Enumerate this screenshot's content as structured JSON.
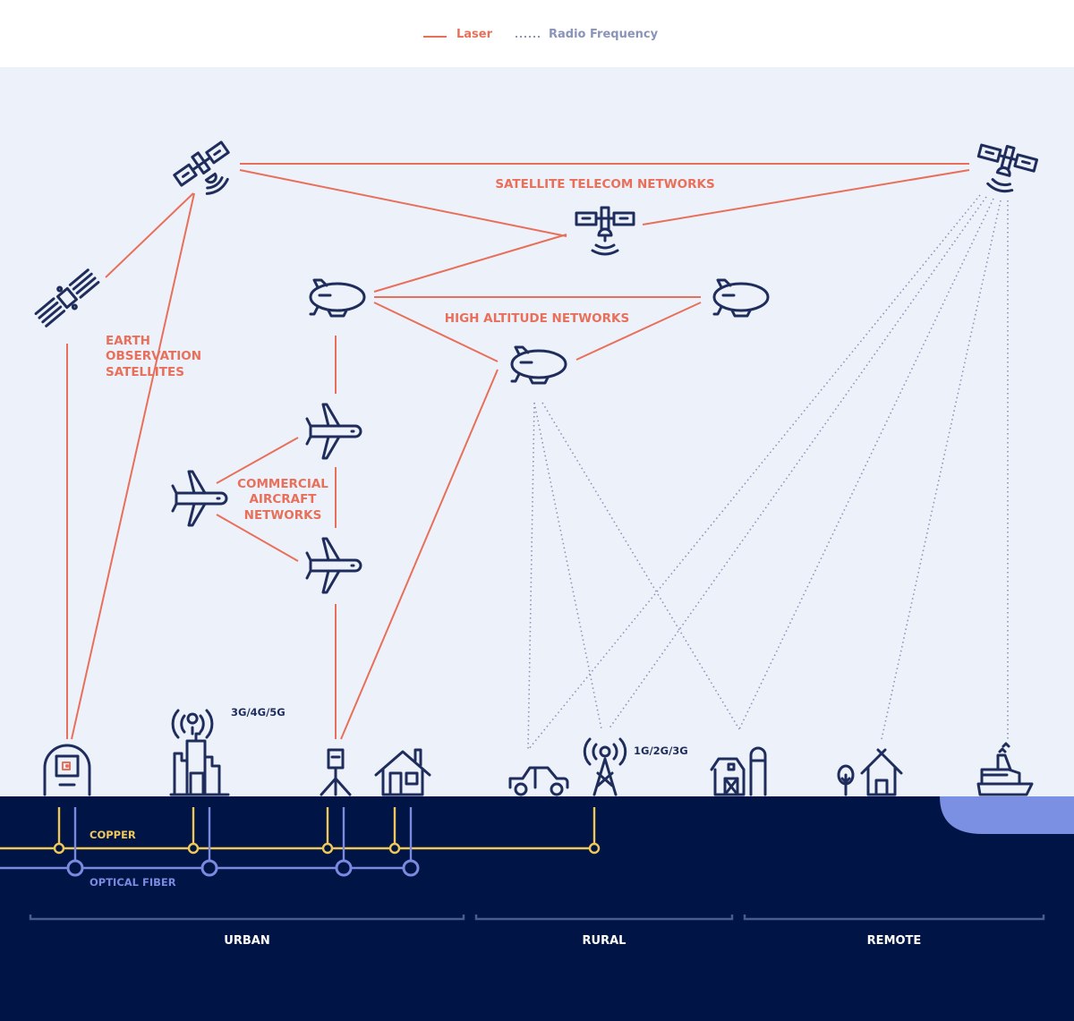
{
  "legend": {
    "laser_label": "Laser",
    "radio_label": "Radio Frequency"
  },
  "colors": {
    "laser": "#e8705a",
    "radio": "#8a94b8",
    "icon": "#1f2d5c",
    "copper": "#f0c85a",
    "fiber": "#7a8ae0",
    "ground": "#001445",
    "sky": "#edf1fa",
    "water": "#7b8fe3"
  },
  "network_labels": {
    "satellite_telecom": "SATELLITE TELECOM NETWORKS",
    "high_altitude": "HIGH ALTITUDE NETWORKS",
    "earth_observation": [
      "EARTH",
      "OBSERVATION",
      "SATELLITES"
    ],
    "commercial_aircraft": [
      "COMMERCIAL",
      "AIRCRAFT",
      "NETWORKS"
    ]
  },
  "ground_labels": {
    "urban_cell": "3G/4G/5G",
    "rural_cell": "1G/2G/3G",
    "copper": "COPPER",
    "optical_fiber": "OPTICAL FIBER"
  },
  "regions": [
    "URBAN",
    "RURAL",
    "REMOTE"
  ]
}
